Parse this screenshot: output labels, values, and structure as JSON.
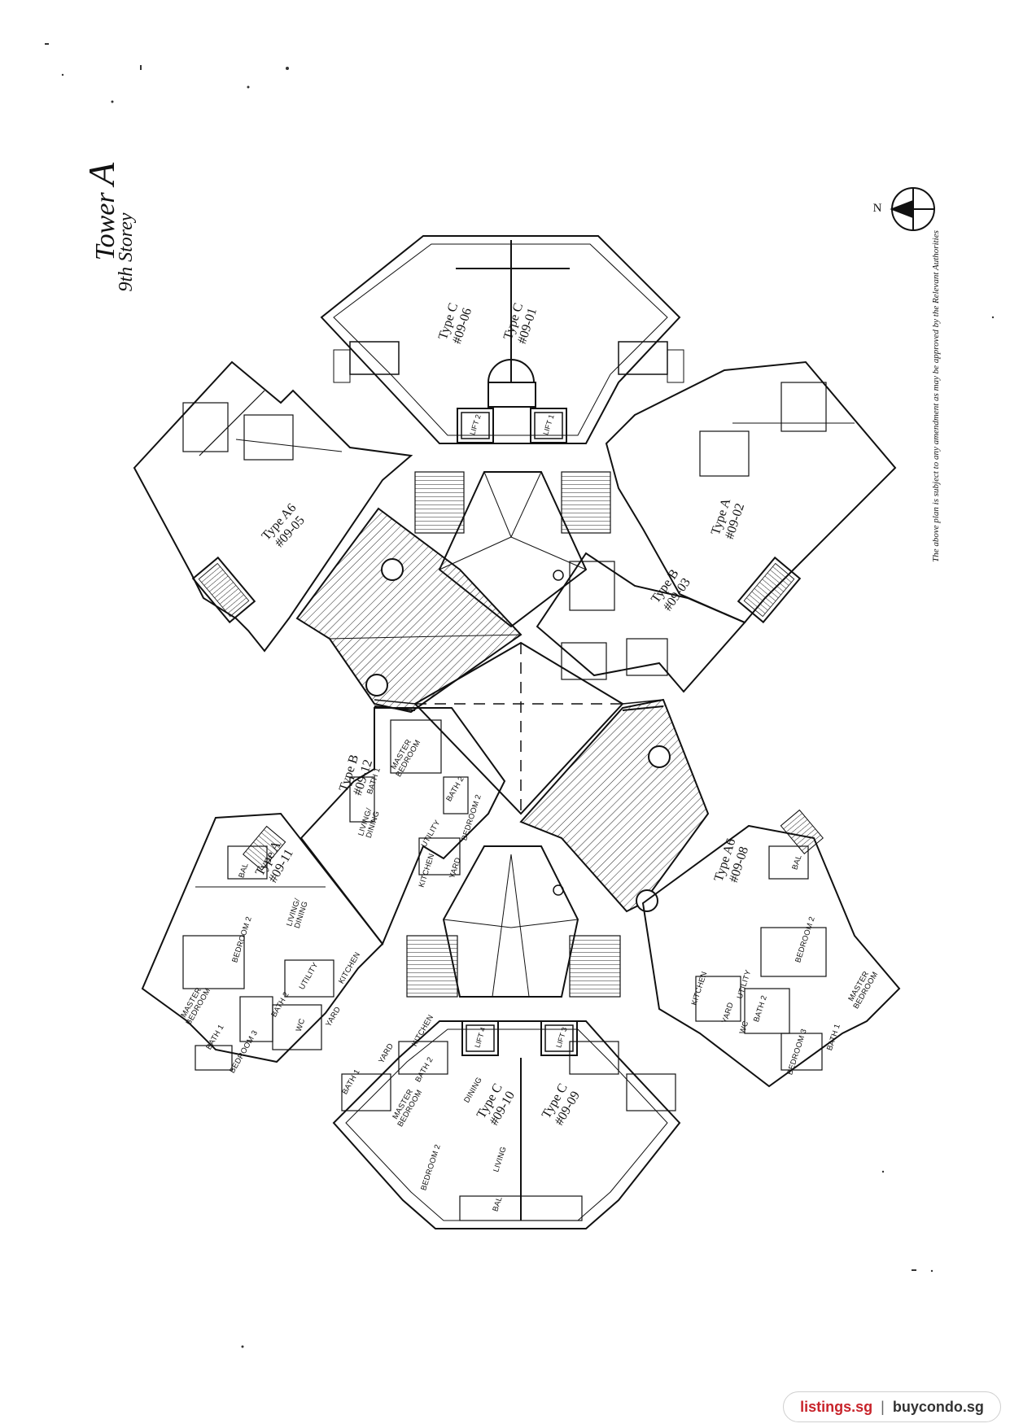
{
  "title": {
    "tower": "Tower",
    "letter": "A",
    "storey": "9th Storey"
  },
  "disclaimer": "The above plan is subject to any amendment as may be approved by the Relevant Authorities",
  "compass": {
    "label": "N"
  },
  "units": [
    {
      "id": "u0906",
      "type": "Type C",
      "number": "#09-06"
    },
    {
      "id": "u0901",
      "type": "Type C",
      "number": "#09-01"
    },
    {
      "id": "u0905",
      "type": "Type A6",
      "number": "#09-05"
    },
    {
      "id": "u0902",
      "type": "Type A",
      "number": "#09-02"
    },
    {
      "id": "u0903",
      "type": "Type B",
      "number": "#09-03"
    },
    {
      "id": "u0912",
      "type": "Type B",
      "number": "#09-12"
    },
    {
      "id": "u0911",
      "type": "Type A",
      "number": "#09-11"
    },
    {
      "id": "u0908",
      "type": "Type A6",
      "number": "#09-08"
    },
    {
      "id": "u0910",
      "type": "Type C",
      "number": "#09-10"
    },
    {
      "id": "u0909",
      "type": "Type C",
      "number": "#09-09"
    }
  ],
  "rooms": {
    "living_dining": "LIVING/ DINING",
    "living": "LIVING",
    "dining": "DINING",
    "master_bedroom": "MASTER BEDROOM",
    "bedroom2": "BEDROOM 2",
    "bedroom3": "BEDROOM 3",
    "kitchen": "KITCHEN",
    "yard": "YARD",
    "bath1": "BATH 1",
    "bath2": "BATH 2",
    "utility": "UTILITY",
    "wc": "WC",
    "bal": "BAL"
  },
  "lifts": [
    "LIFT 1",
    "LIFT 2",
    "LIFT 3",
    "LIFT 4"
  ],
  "footer": {
    "site1": "listings.sg",
    "separator": "|",
    "site2": "buycondo.sg"
  },
  "colors": {
    "ink": "#111111",
    "paper": "#ffffff",
    "brand_red": "#c8242b"
  }
}
